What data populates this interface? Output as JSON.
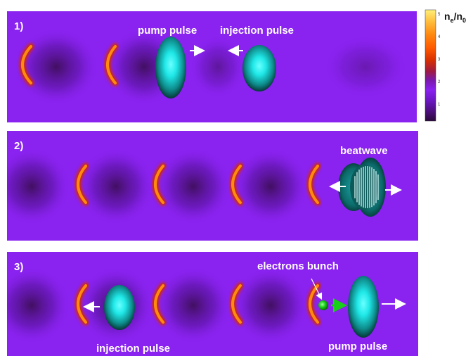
{
  "panels": [
    {
      "label": "1)",
      "labels": [
        "pump pulse",
        "injection pulse"
      ]
    },
    {
      "label": "2)",
      "labels": [
        "beatwave"
      ]
    },
    {
      "label": "3)",
      "labels": [
        "electrons bunch",
        "injection pulse",
        "pump pulse"
      ]
    }
  ],
  "colorbar": {
    "title_base": "n",
    "title_sub1": "e",
    "title_mid": "/n",
    "title_sub2": "0",
    "ticks": [
      "5",
      "4",
      "3",
      "2",
      "1"
    ],
    "colors": [
      "#FFF07A",
      "#FFC040",
      "#FF8A10",
      "#FF5A00",
      "#D83000",
      "#A01A40",
      "#7A1AA8",
      "#8A22F0",
      "#6A16C0",
      "#4A0E78",
      "#2A083A"
    ]
  },
  "colors": {
    "background": "#8A22F0",
    "trough": "#3E0E5A",
    "crest": "#FF7A10",
    "crest_edge": "#D02A00",
    "pulse_light": "#30FFFF",
    "pulse_dark": "#063838",
    "text": "#FFFFFF",
    "electron": "#19D019"
  }
}
